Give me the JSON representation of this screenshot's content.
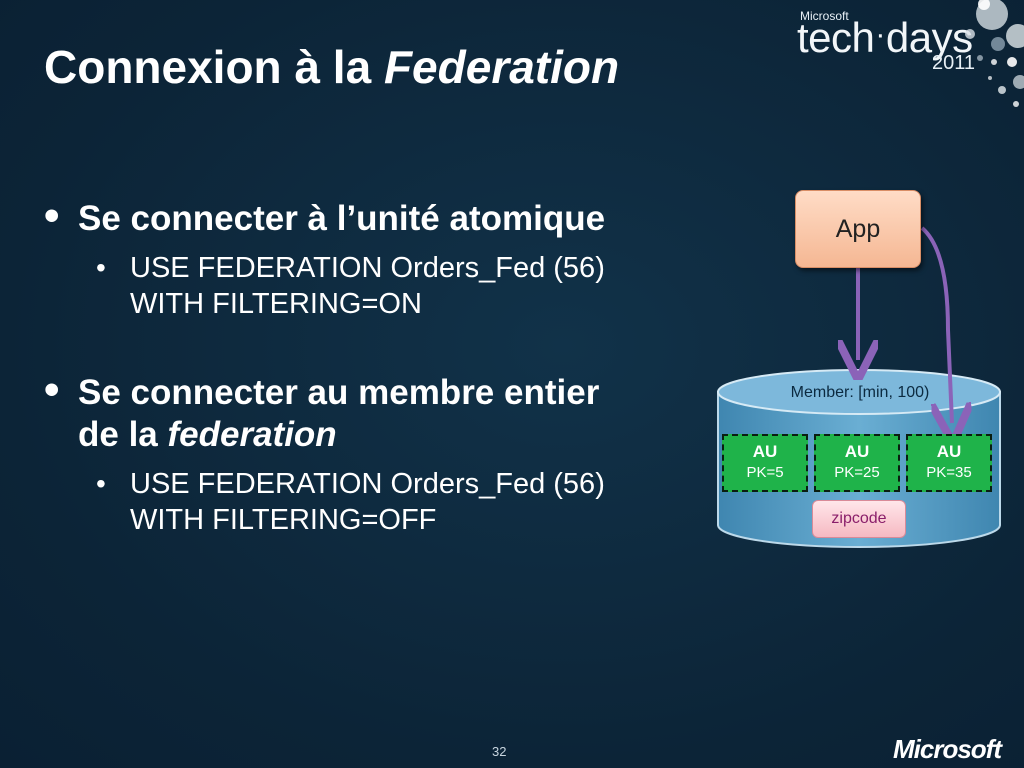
{
  "title": {
    "part1": "Connexion à la ",
    "part2": "Federation"
  },
  "logo": {
    "brand": "Microsoft",
    "event_part1": "tech",
    "event_dot": "·",
    "event_part2": "days",
    "year": "2011"
  },
  "bullets": [
    {
      "text": "Se connecter à l’unité atomique",
      "sub": [
        "USE FEDERATION Orders_Fed (56)",
        "WITH FILTERING=ON"
      ]
    },
    {
      "text_part1": "Se connecter au membre entier",
      "text_part2": "de la ",
      "text_italic": "federation",
      "sub": [
        "USE FEDERATION Orders_Fed (56)",
        "WITH FILTERING=OFF"
      ]
    }
  ],
  "diagram": {
    "app_label": "App",
    "member_label": "Member: [min, 100)",
    "units": [
      {
        "title": "AU",
        "key": "PK=5"
      },
      {
        "title": "AU",
        "key": "PK=25"
      },
      {
        "title": "AU",
        "key": "PK=35"
      }
    ],
    "zipcode_label": "zipcode",
    "colors": {
      "arrow": "#8b63b8",
      "cylinder": "#5e9fc4",
      "au": "#1fb34a",
      "app": "#f5b793"
    }
  },
  "footer": {
    "page_number": "32",
    "logo": "Microsoft"
  }
}
